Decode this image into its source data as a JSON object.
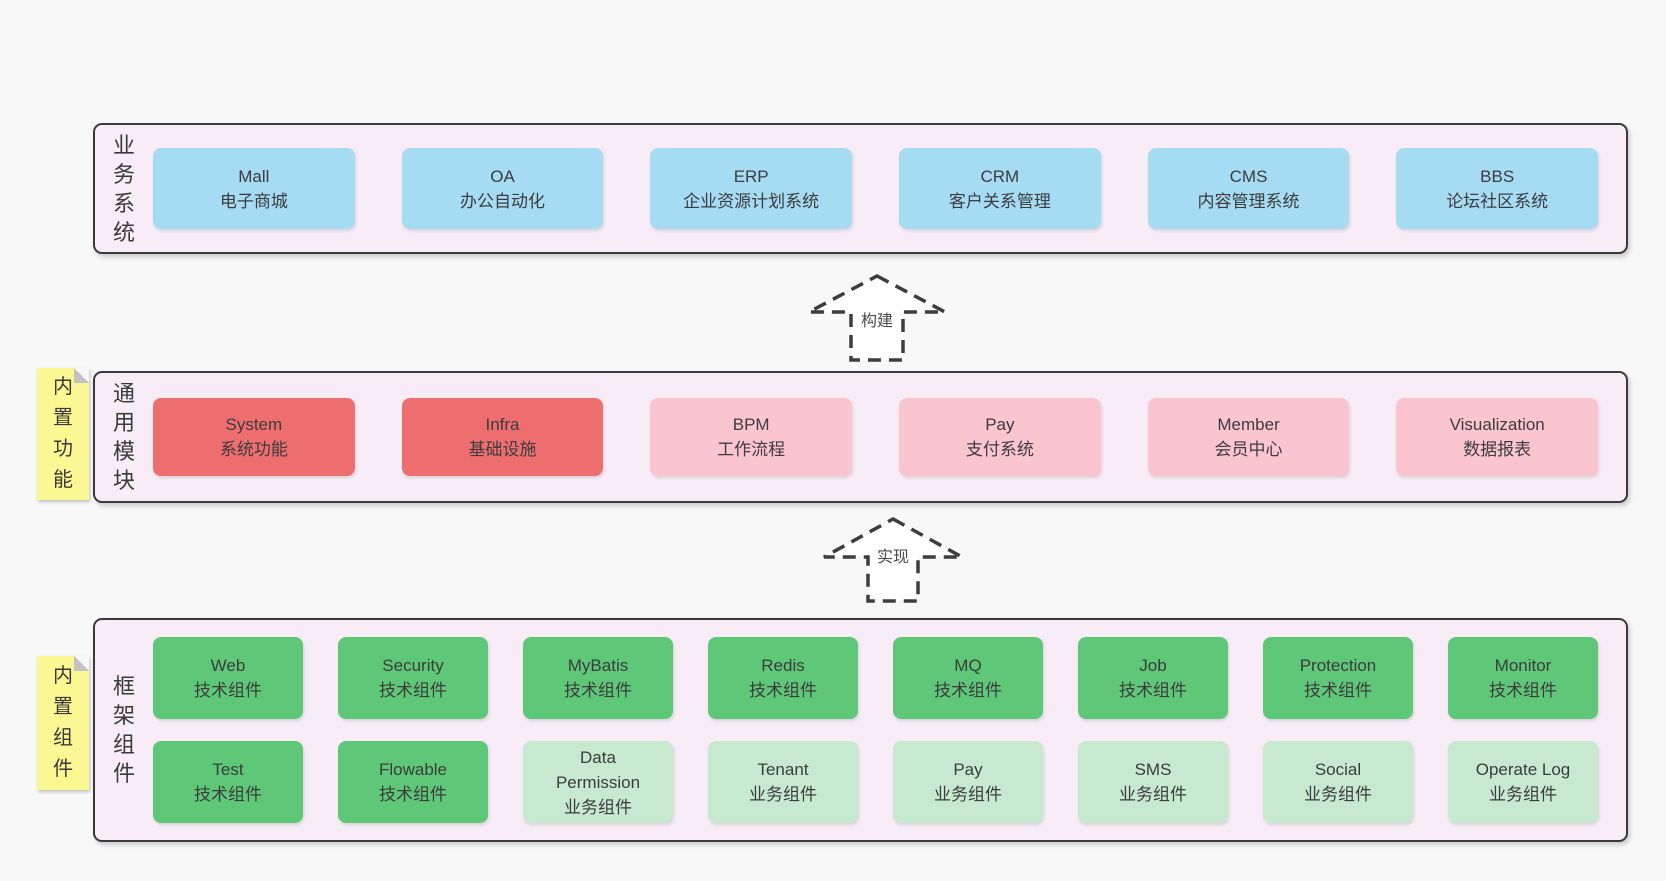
{
  "diagram": {
    "bands": [
      {
        "label": "业务系统",
        "boxes": [
          {
            "title": "Mall",
            "subtitle": "电子商城",
            "variant": "blue"
          },
          {
            "title": "OA",
            "subtitle": "办公自动化",
            "variant": "blue"
          },
          {
            "title": "ERP",
            "subtitle": "企业资源计划系统",
            "variant": "blue"
          },
          {
            "title": "CRM",
            "subtitle": "客户关系管理",
            "variant": "blue"
          },
          {
            "title": "CMS",
            "subtitle": "内容管理系统",
            "variant": "blue"
          },
          {
            "title": "BBS",
            "subtitle": "论坛社区系统",
            "variant": "blue"
          }
        ]
      },
      {
        "label": "通用模块",
        "sticky": "内置功能",
        "boxes": [
          {
            "title": "System",
            "subtitle": "系统功能",
            "variant": "red"
          },
          {
            "title": "Infra",
            "subtitle": "基础设施",
            "variant": "red"
          },
          {
            "title": "BPM",
            "subtitle": "工作流程",
            "variant": "pink"
          },
          {
            "title": "Pay",
            "subtitle": "支付系统",
            "variant": "pink"
          },
          {
            "title": "Member",
            "subtitle": "会员中心",
            "variant": "pink"
          },
          {
            "title": "Visualization",
            "subtitle": "数据报表",
            "variant": "pink"
          }
        ]
      },
      {
        "label": "框架组件",
        "sticky": "内置组件",
        "rows": [
          [
            {
              "title": "Web",
              "subtitle": "技术组件",
              "variant": "green-dark"
            },
            {
              "title": "Security",
              "subtitle": "技术组件",
              "variant": "green-dark"
            },
            {
              "title": "MyBatis",
              "subtitle": "技术组件",
              "variant": "green-dark"
            },
            {
              "title": "Redis",
              "subtitle": "技术组件",
              "variant": "green-dark"
            },
            {
              "title": "MQ",
              "subtitle": "技术组件",
              "variant": "green-dark"
            },
            {
              "title": "Job",
              "subtitle": "技术组件",
              "variant": "green-dark"
            },
            {
              "title": "Protection",
              "subtitle": "技术组件",
              "variant": "green-dark"
            },
            {
              "title": "Monitor",
              "subtitle": "技术组件",
              "variant": "green-dark"
            }
          ],
          [
            {
              "title": "Test",
              "subtitle": "技术组件",
              "variant": "green-dark"
            },
            {
              "title": "Flowable",
              "subtitle": "技术组件",
              "variant": "green-dark"
            },
            {
              "title": "Data\nPermission",
              "subtitle": "业务组件",
              "variant": "green-light"
            },
            {
              "title": "Tenant",
              "subtitle": "业务组件",
              "variant": "green-light"
            },
            {
              "title": "Pay",
              "subtitle": "业务组件",
              "variant": "green-light"
            },
            {
              "title": "SMS",
              "subtitle": "业务组件",
              "variant": "green-light"
            },
            {
              "title": "Social",
              "subtitle": "业务组件",
              "variant": "green-light"
            },
            {
              "title": "Operate Log",
              "subtitle": "业务组件",
              "variant": "green-light"
            }
          ]
        ]
      }
    ],
    "arrows": [
      {
        "label": "构建"
      },
      {
        "label": "实现"
      }
    ],
    "colors": {
      "page_bg": "#f8f8f8",
      "band_bg": "#f8edf6",
      "band_border": "#3a3a3a",
      "blue": "#a6dbf4",
      "red": "#ee6e70",
      "pink": "#fbc5cf",
      "green_dark": "#5fc878",
      "green_light": "#c6e9cf",
      "sticky_yellow": "#fbf893",
      "arrow_dash": "#3d3d3d"
    }
  }
}
